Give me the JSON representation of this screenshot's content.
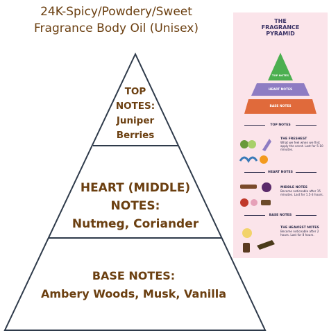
{
  "title_line1": "24K-Spicy/Powdery/Sweet",
  "title_line2": "Fragrance Body Oil (Unisex)",
  "pyramid": {
    "top": [
      "TOP",
      "NOTES:",
      "Juniper",
      "Berries"
    ],
    "heart": [
      "HEART (MIDDLE)",
      "NOTES:",
      "Nutmeg, Coriander"
    ],
    "base": [
      "BASE NOTES:",
      "Ambery Woods, Musk, Vanilla"
    ],
    "stroke_color": "#2e3a4a",
    "text_color": "#6b3f10"
  },
  "infographic": {
    "title_line1": "THE",
    "title_line2": "FRAGRANCE",
    "title_line3": "PYRAMID",
    "mini_top": "TOP NOTES",
    "mini_heart": "HEART NOTES",
    "mini_base": "BASE NOTES",
    "colors": {
      "top": "#4caf50",
      "heart": "#8e7cc3",
      "base": "#e06a3b",
      "bg": "#fbe4ea"
    },
    "top_section": "TOP NOTES",
    "top_head": "THE FRESHEST",
    "top_body": "What we feel when we first apply the scent. Last for 5-10 minutes.",
    "heart_section": "HEART NOTES",
    "heart_head": "MIDDLE NOTES",
    "heart_body": "Become noticeable after 15 minutes. Last for 1.5-3 hours.",
    "base_section": "BASE NOTES",
    "base_head": "THE HEAVIEST NOTES",
    "base_body": "Become noticeable after 2 hours. Last for 8 hours."
  }
}
